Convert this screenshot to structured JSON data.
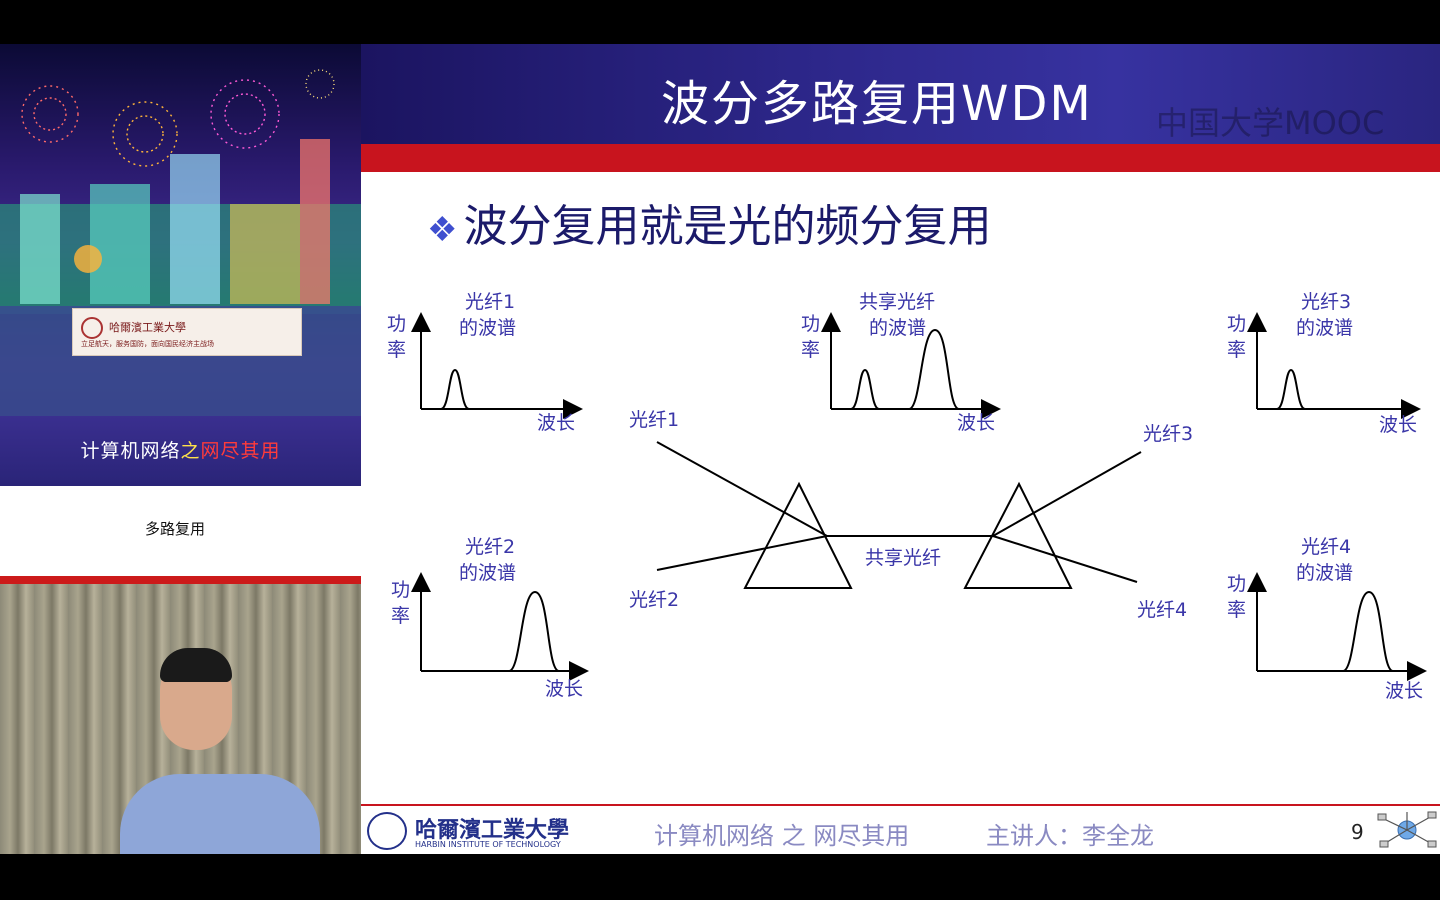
{
  "left_panel": {
    "banner_course_title": {
      "part1": "计算机网络",
      "part2": "之",
      "part3": "网尽其用"
    },
    "hit_card": {
      "name": "哈爾濱工業大學",
      "motto": "立足航天，服务国防，面向国民经济主战场"
    },
    "chapter_label": "多路复用"
  },
  "slide": {
    "title": "波分多路复用WDM",
    "watermark": "中国大学MOOC",
    "bullet": "波分复用就是光的频分复用",
    "diagram": {
      "power": "功率",
      "power_chars": [
        "功",
        "率"
      ],
      "wavelength": "波长",
      "spectra": [
        {
          "id": "fiber1",
          "line1": "光纤1",
          "line2": "的波谱"
        },
        {
          "id": "shared",
          "line1": "共享光纤",
          "line2": "的波谱"
        },
        {
          "id": "fiber3",
          "line1": "光纤3",
          "line2": "的波谱"
        },
        {
          "id": "fiber2",
          "line1": "光纤2",
          "line2": "的波谱"
        },
        {
          "id": "fiber4",
          "line1": "光纤4",
          "line2": "的波谱"
        }
      ],
      "fiber_labels": {
        "f1": "光纤1",
        "f2": "光纤2",
        "f3": "光纤3",
        "f4": "光纤4",
        "shared": "共享光纤"
      }
    },
    "footer": {
      "university_cn": "哈爾濱工業大學",
      "university_en": "HARBIN INSTITUTE OF TECHNOLOGY",
      "course": "计算机网络 之 网尽其用",
      "lecturer": "主讲人：李全龙",
      "page_number": "9"
    }
  },
  "colors": {
    "title_bar": "#2c2688",
    "accent_red": "#c8141e",
    "diagram_text": "#3a36a8"
  }
}
